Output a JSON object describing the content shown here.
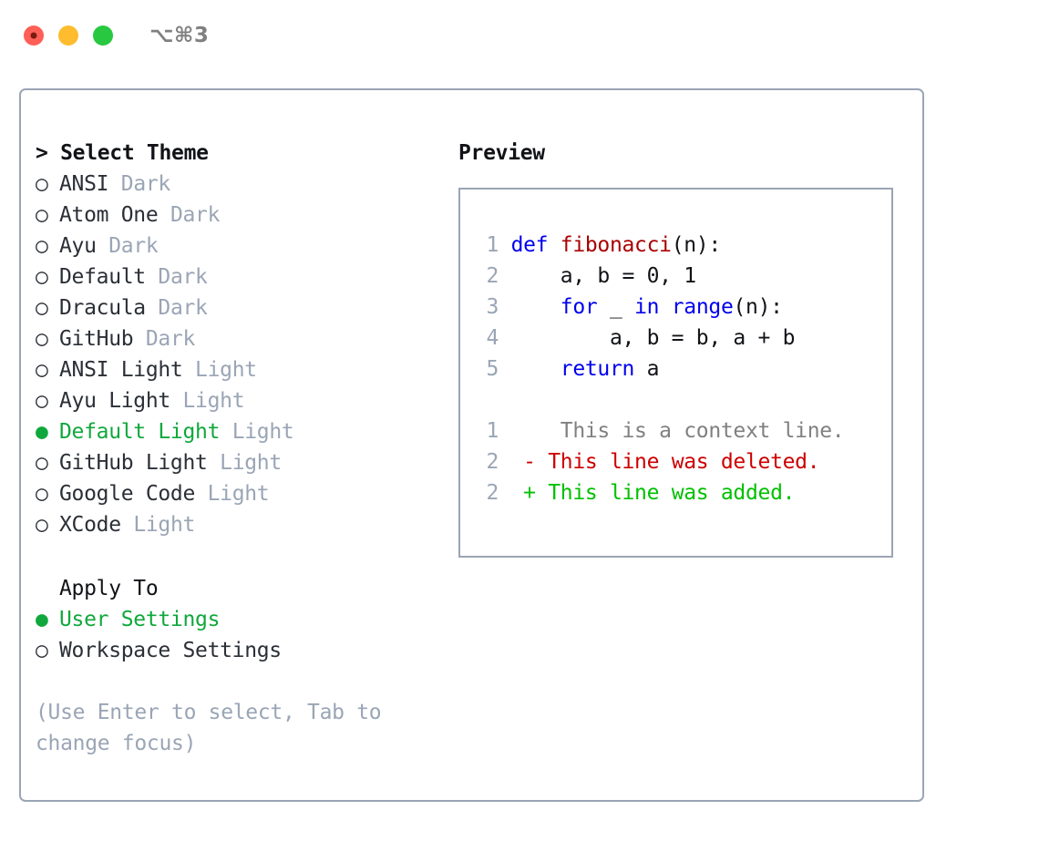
{
  "titlebar": {
    "shortcut": "⌥⌘3",
    "buttons": [
      {
        "name": "close",
        "color": "#ff5f57"
      },
      {
        "name": "minimize",
        "color": "#febc2e"
      },
      {
        "name": "maximize",
        "color": "#28c840"
      }
    ]
  },
  "colors": {
    "selected_green": "#10a83c",
    "muted_gray": "#9aa5b5",
    "border": "#9aa5b5",
    "keyword_blue": "#0000ee",
    "function_red": "#aa0000",
    "diff_added": "#00c000",
    "diff_removed": "#cc0000",
    "text": "#111317"
  },
  "theme_picker": {
    "heading": "> Select Theme",
    "bullet_selected": "●",
    "bullet_unselected": "○",
    "items": [
      {
        "name": "ANSI",
        "category": "Dark",
        "selected": false
      },
      {
        "name": "Atom One",
        "category": "Dark",
        "selected": false
      },
      {
        "name": "Ayu",
        "category": "Dark",
        "selected": false
      },
      {
        "name": "Default",
        "category": "Dark",
        "selected": false
      },
      {
        "name": "Dracula",
        "category": "Dark",
        "selected": false
      },
      {
        "name": "GitHub",
        "category": "Dark",
        "selected": false
      },
      {
        "name": "ANSI Light",
        "category": "Light",
        "selected": false
      },
      {
        "name": "Ayu Light",
        "category": "Light",
        "selected": false
      },
      {
        "name": "Default Light",
        "category": "Light",
        "selected": true
      },
      {
        "name": "GitHub Light",
        "category": "Light",
        "selected": false
      },
      {
        "name": "Google Code",
        "category": "Light",
        "selected": false
      },
      {
        "name": "XCode",
        "category": "Light",
        "selected": false
      }
    ]
  },
  "apply_to": {
    "heading": "Apply To",
    "items": [
      {
        "name": "User Settings",
        "selected": true
      },
      {
        "name": "Workspace Settings",
        "selected": false
      }
    ]
  },
  "hint": "(Use Enter to select, Tab to change focus)",
  "preview": {
    "title": "Preview",
    "code_lines": [
      {
        "lineno": "1",
        "tokens": [
          {
            "t": "def ",
            "cls": "kw"
          },
          {
            "t": "fibonacci",
            "cls": "fn"
          },
          {
            "t": "(n):",
            "cls": "plain"
          }
        ]
      },
      {
        "lineno": "2",
        "tokens": [
          {
            "t": "    a, b = 0, 1",
            "cls": "plain"
          }
        ]
      },
      {
        "lineno": "3",
        "tokens": [
          {
            "t": "    ",
            "cls": "plain"
          },
          {
            "t": "for",
            "cls": "kw"
          },
          {
            "t": " _ ",
            "cls": "plain"
          },
          {
            "t": "in",
            "cls": "kw"
          },
          {
            "t": " ",
            "cls": "plain"
          },
          {
            "t": "range",
            "cls": "kw"
          },
          {
            "t": "(n):",
            "cls": "plain"
          }
        ]
      },
      {
        "lineno": "4",
        "tokens": [
          {
            "t": "        a, b = b, a + b",
            "cls": "plain"
          }
        ]
      },
      {
        "lineno": "5",
        "tokens": [
          {
            "t": "    ",
            "cls": "plain"
          },
          {
            "t": "return",
            "cls": "kw"
          },
          {
            "t": " a",
            "cls": "plain"
          }
        ]
      }
    ],
    "diff_lines": [
      {
        "lineno": "1",
        "marker": " ",
        "text": "  This is a context line.",
        "kind": "diff-ctx"
      },
      {
        "lineno": "2",
        "marker": "-",
        "text": " This line was deleted.",
        "kind": "diff-del"
      },
      {
        "lineno": "2",
        "marker": "+",
        "text": " This line was added.",
        "kind": "diff-add"
      }
    ]
  }
}
